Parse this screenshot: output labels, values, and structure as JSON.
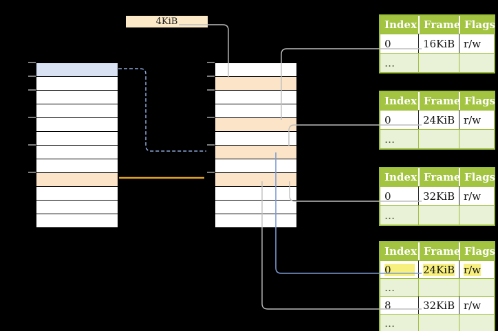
{
  "page_size_label": "4KiB",
  "columns": {
    "virtual_memory": {
      "rows": [
        "blue",
        "white",
        "white",
        "white",
        "white",
        "white",
        "white",
        "white",
        "peach",
        "white",
        "white",
        "white"
      ]
    },
    "physical_memory": {
      "rows": [
        "white",
        "peach",
        "white",
        "white",
        "peach",
        "white",
        "peach",
        "white",
        "peach",
        "white",
        "white",
        "white"
      ]
    }
  },
  "page_tables": [
    {
      "headers": [
        "Index",
        "Frame",
        "Flags"
      ],
      "rows": [
        {
          "type": "data",
          "cells": [
            "0",
            "16KiB",
            "r/w"
          ]
        },
        {
          "type": "dots",
          "cells": [
            "…",
            "",
            ""
          ]
        }
      ]
    },
    {
      "headers": [
        "Index",
        "Frame",
        "Flags"
      ],
      "rows": [
        {
          "type": "data",
          "cells": [
            "0",
            "24KiB",
            "r/w"
          ]
        },
        {
          "type": "dots",
          "cells": [
            "…",
            "",
            ""
          ]
        }
      ]
    },
    {
      "headers": [
        "Index",
        "Frame",
        "Flags"
      ],
      "rows": [
        {
          "type": "data",
          "cells": [
            "0",
            "32KiB",
            "r/w"
          ]
        },
        {
          "type": "dots",
          "cells": [
            "…",
            "",
            ""
          ]
        }
      ]
    },
    {
      "headers": [
        "Index",
        "Frame",
        "Flags"
      ],
      "rows": [
        {
          "type": "data",
          "cells": [
            "0",
            "24KiB",
            "r/w"
          ],
          "highlighted": true
        },
        {
          "type": "dots",
          "cells": [
            "…",
            "",
            ""
          ]
        },
        {
          "type": "data",
          "cells": [
            "8",
            "32KiB",
            "r/w"
          ]
        },
        {
          "type": "dots",
          "cells": [
            "…",
            "",
            ""
          ]
        }
      ]
    }
  ],
  "colors": {
    "header_green": "#A2C440",
    "border_green": "#9CBE3B",
    "row_green": "#E9F1D6",
    "dots_text": "#4A4E38",
    "peach": "#FCE4C8",
    "blue_row": "#D9E2F3",
    "cream": "#FBE9C8",
    "yellow": "#F7F07E",
    "arrow_gray": "#BEBEBE",
    "arrow_gray_head": "#ACACAC",
    "arrow_blue": "#7B9BD2",
    "arrow_blue_head": "#4A6DA7",
    "dash_blue": "#8EA9DB",
    "arrow_orange": "#E2A31F",
    "tick_gray": "#7F7F7F"
  }
}
